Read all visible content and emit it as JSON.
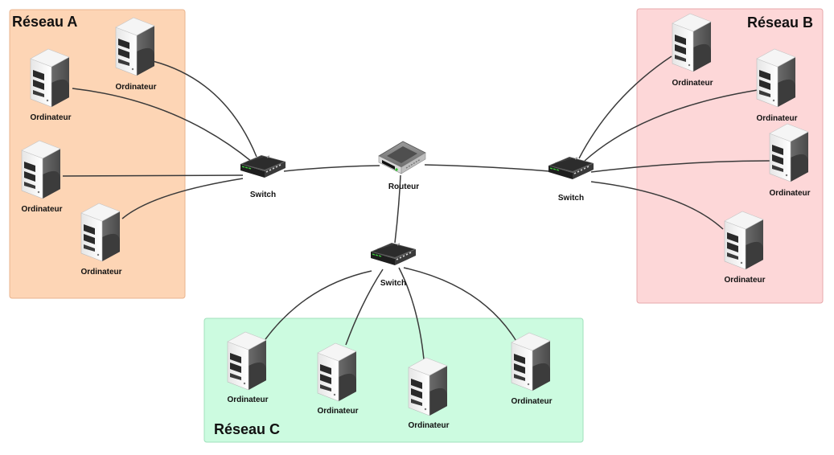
{
  "colors": {
    "network_a_fill": "#fdd5b5",
    "network_a_border": "#e9b48f",
    "network_b_fill": "#fdd7d8",
    "network_b_border": "#e7a8ab",
    "network_c_fill": "#ccfbe0",
    "network_c_border": "#9fe0bb",
    "link": "#3a3a3a"
  },
  "networks": {
    "a": {
      "title": "Réseau A"
    },
    "b": {
      "title": "Réseau B"
    },
    "c": {
      "title": "Réseau C"
    }
  },
  "router": {
    "label": "Routeur",
    "icon": "router-icon"
  },
  "switches": {
    "a": {
      "label": "Switch",
      "icon": "switch-icon"
    },
    "b": {
      "label": "Switch",
      "icon": "switch-icon"
    },
    "c": {
      "label": "Switch",
      "icon": "switch-icon"
    }
  },
  "computers": {
    "label": "Ordinateur",
    "icon": "server-computer-icon",
    "network_a_count": 4,
    "network_b_count": 4,
    "network_c_count": 4
  }
}
